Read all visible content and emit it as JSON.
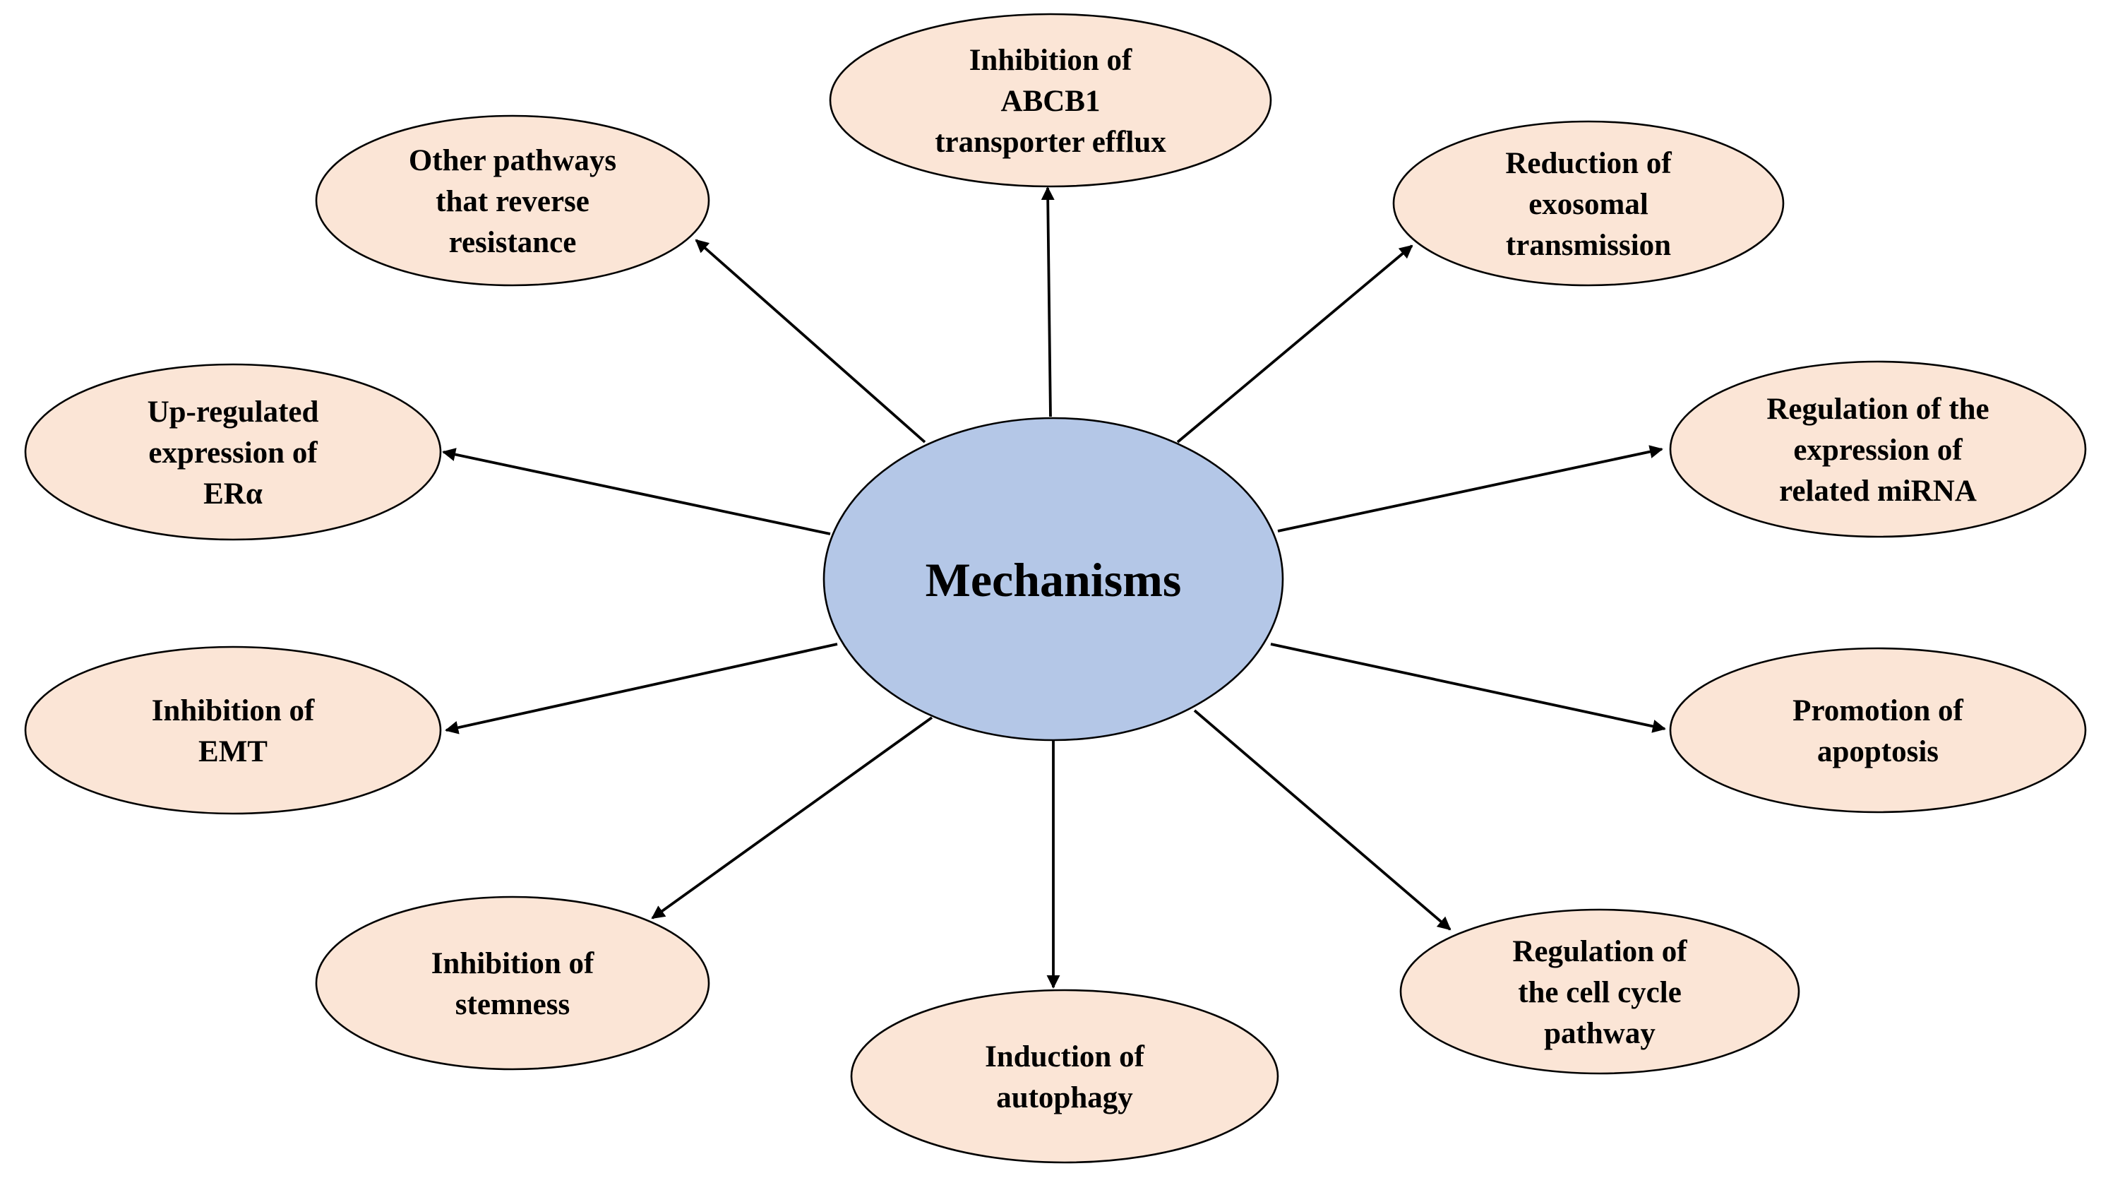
{
  "center": {
    "label": "Mechanisms",
    "color": "#b4c7e7"
  },
  "node_color": "#fbe5d6",
  "nodes": [
    {
      "id": "abcb1",
      "lines": [
        "Inhibition of",
        "ABCB1",
        "transporter efflux"
      ]
    },
    {
      "id": "exosomal",
      "lines": [
        "Reduction of",
        "exosomal",
        "transmission"
      ]
    },
    {
      "id": "mirna",
      "lines": [
        "Regulation of the",
        "expression of",
        "related miRNA"
      ]
    },
    {
      "id": "apoptosis",
      "lines": [
        "Promotion of",
        "apoptosis"
      ]
    },
    {
      "id": "cell-cycle",
      "lines": [
        "Regulation of",
        "the cell cycle",
        "pathway"
      ]
    },
    {
      "id": "autophagy",
      "lines": [
        "Induction of",
        "autophagy"
      ]
    },
    {
      "id": "stemness",
      "lines": [
        "Inhibition of",
        "stemness"
      ]
    },
    {
      "id": "emt",
      "lines": [
        "Inhibition of",
        "EMT"
      ]
    },
    {
      "id": "er-alpha",
      "lines": [
        "Up-regulated",
        "expression of",
        "ERα"
      ]
    },
    {
      "id": "other",
      "lines": [
        "Other pathways",
        "that reverse",
        "resistance"
      ]
    }
  ]
}
